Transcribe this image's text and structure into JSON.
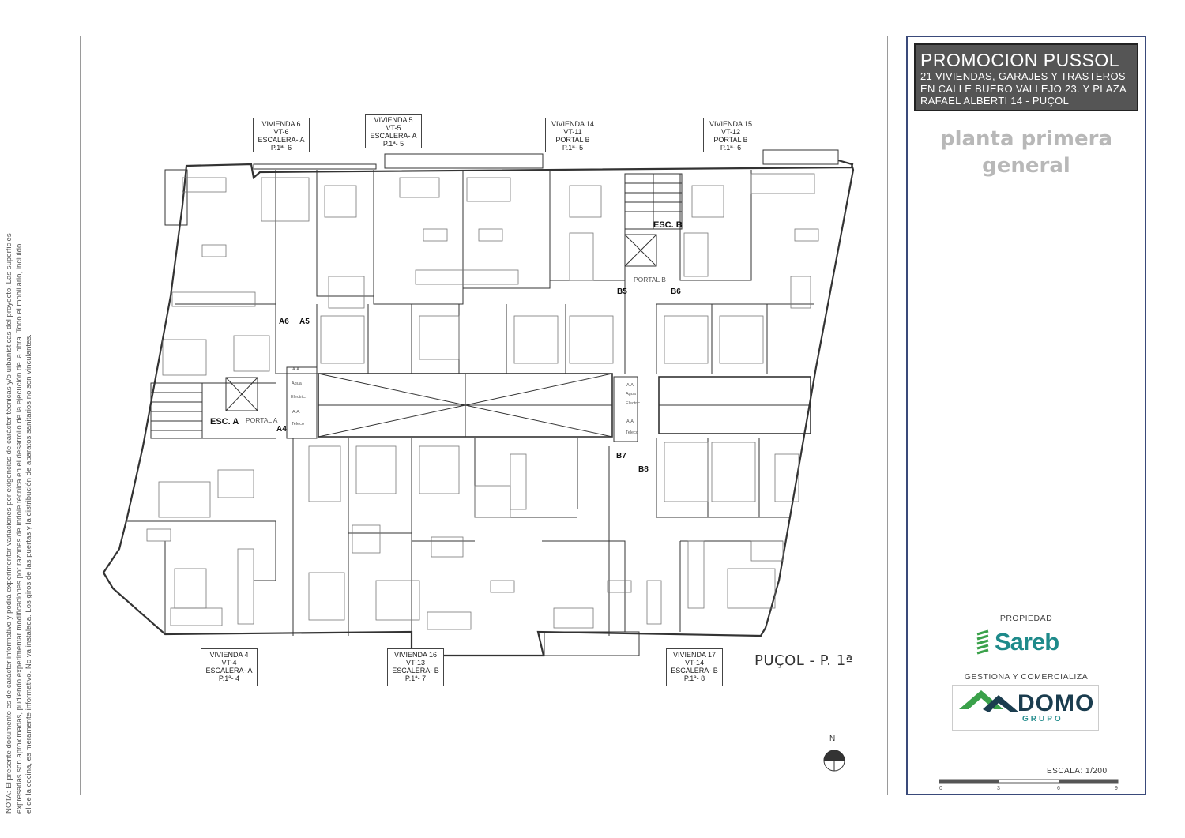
{
  "note": {
    "lines": [
      "NOTA: El presente documento es de carácter informativo y podrá experimentar variaciones por exigencias de carácter técnicas y/o urbanísticas del proyecto. Las superficies",
      "expresadas son aproximadas, pudiendo experimentar modificaciones por razones de índole técnica en el desarrollo de la ejecución de la obra. Todo el mobiliario, incluido",
      "el de la cocina, es meramente informativo. No va instalada. Los giros de las puertas y la distribución de aparatos sanitarios no son vinculantes."
    ]
  },
  "plan": {
    "units_top": [
      {
        "lines": [
          "VIVIENDA 6",
          "VT-6",
          "ESCALERA- A",
          "P.1ª- 6"
        ]
      },
      {
        "lines": [
          "VIVIENDA 5",
          "VT-5",
          "ESCALERA- A",
          "P.1ª- 5"
        ]
      },
      {
        "lines": [
          "VIVIENDA 14",
          "VT-11",
          "PORTAL B",
          "P.1ª- 5"
        ]
      },
      {
        "lines": [
          "VIVIENDA 15",
          "VT-12",
          "PORTAL B",
          "P.1ª- 6"
        ]
      }
    ],
    "units_bottom": [
      {
        "lines": [
          "VIVIENDA 4",
          "VT-4",
          "ESCALERA- A",
          "P.1ª- 4"
        ]
      },
      {
        "lines": [
          "VIVIENDA 16",
          "VT-13",
          "ESCALERA- B",
          "P.1ª- 7"
        ]
      },
      {
        "lines": [
          "VIVIENDA 17",
          "VT-14",
          "ESCALERA- B",
          "P.1ª- 8"
        ]
      }
    ],
    "labels": {
      "esc_a": "ESC. A",
      "portal_a": "PORTAL A",
      "esc_b": "ESC. B",
      "portal_b": "PORTAL B",
      "a4": "A4",
      "a5": "A5",
      "a6": "A6",
      "b5": "B5",
      "b6": "B6",
      "b7": "B7",
      "b8": "B8",
      "shaft_a": [
        "A.A.",
        "Agua",
        "Electric.",
        "A.A.",
        "Teleco"
      ],
      "shaft_b": [
        "A.A.",
        "Agua",
        "Electric.",
        "A.A.",
        "Teleco"
      ]
    },
    "caption": "PUÇOL - P. 1ª",
    "north": "N"
  },
  "sidebar": {
    "title": "PROMOCION PUSSOL",
    "title_lines": [
      "21 VIVIENDAS, GARAJES Y TRASTEROS",
      "EN CALLE BUERO VALLEJO 23.  Y PLAZA",
      "RAFAEL ALBERTI 14 - PUÇOL"
    ],
    "subtitle_lines": [
      "planta primera",
      "general"
    ],
    "owner_label": "PROPIEDAD",
    "owner_logo_text": "Sareb",
    "manager_label": "GESTIONA Y COMERCIALIZA",
    "manager_logo_text": "DOMO",
    "manager_logo_sub": "GRUPO",
    "scale_label": "ESCALA: 1/200",
    "scale_ticks": [
      "0",
      "3",
      "6",
      "9"
    ]
  },
  "colors": {
    "frame_border": "#3a4a7a",
    "title_bg": "#555555",
    "subtitle": "#b8b8b8",
    "sareb": "#1e8a8a",
    "domo_dark": "#1b3d4f",
    "domo_green": "#3aa14a"
  }
}
